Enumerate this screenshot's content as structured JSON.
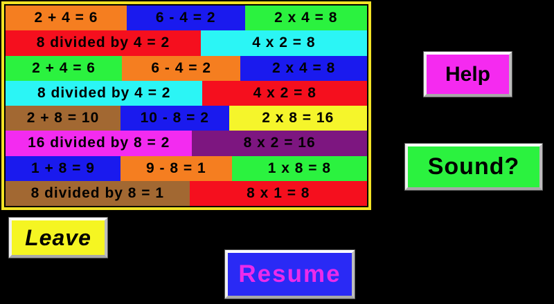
{
  "background_color": "#000000",
  "panel": {
    "border_color": "#f2e326",
    "rows": [
      {
        "cells": [
          {
            "label": "2 + 4 = 6",
            "color": "#f57e20",
            "width": 33.5
          },
          {
            "label": "6 - 4 = 2",
            "color": "#1a1aee",
            "width": 32.7
          },
          {
            "label": "2 x 4 = 8",
            "color": "#2bf23f",
            "width": 33.8
          }
        ]
      },
      {
        "cells": [
          {
            "label": "8 divided by 4 = 2",
            "color": "#f50f1e",
            "width": 54.0
          },
          {
            "label": "4 x 2 = 8",
            "color": "#2bf5f5",
            "width": 46.0
          }
        ]
      },
      {
        "cells": [
          {
            "label": "2 + 4 = 6",
            "color": "#2bf23f",
            "width": 32.2
          },
          {
            "label": "6 - 4 = 2",
            "color": "#f57e20",
            "width": 32.8
          },
          {
            "label": "2 x 4 = 8",
            "color": "#1a1aee",
            "width": 35.0
          }
        ]
      },
      {
        "cells": [
          {
            "label": "8 divided by 4 = 2",
            "color": "#2bf5f5",
            "width": 54.5
          },
          {
            "label": "4 x 2 = 8",
            "color": "#f50f1e",
            "width": 45.5
          }
        ]
      },
      {
        "cells": [
          {
            "label": "2 + 8 = 10",
            "color": "#a26832",
            "width": 31.8
          },
          {
            "label": "10 - 8 = 2",
            "color": "#1a1aee",
            "width": 30.0
          },
          {
            "label": "2 x 8 = 16",
            "color": "#f5f52b",
            "width": 38.2
          }
        ]
      },
      {
        "cells": [
          {
            "label": "16 divided by 8 = 2",
            "color": "#f32bf0",
            "width": 51.6
          },
          {
            "label": "8 x 2 = 16",
            "color": "#7d1680",
            "width": 48.4
          }
        ]
      },
      {
        "cells": [
          {
            "label": "1 + 8 = 9",
            "color": "#1a1aee",
            "width": 31.8
          },
          {
            "label": "9 - 8 = 1",
            "color": "#f57e20",
            "width": 30.8
          },
          {
            "label": "1 x 8 = 8",
            "color": "#2bf23f",
            "width": 37.4
          }
        ]
      },
      {
        "cells": [
          {
            "label": "8 divided by 8 = 1",
            "color": "#a26832",
            "width": 50.9
          },
          {
            "label": "8 x 1 = 8",
            "color": "#f50f1e",
            "width": 49.1
          }
        ]
      }
    ]
  },
  "buttons": {
    "help": {
      "label": "Help",
      "bg": "#f52af0",
      "fg": "#000000"
    },
    "sound": {
      "label": "Sound?",
      "bg": "#2bf23f",
      "fg": "#000000"
    },
    "leave": {
      "label": "Leave",
      "bg": "#f5f522",
      "fg": "#000000"
    },
    "resume": {
      "label": "Resume",
      "bg": "#2a2af5",
      "fg": "#eb2beb"
    }
  }
}
